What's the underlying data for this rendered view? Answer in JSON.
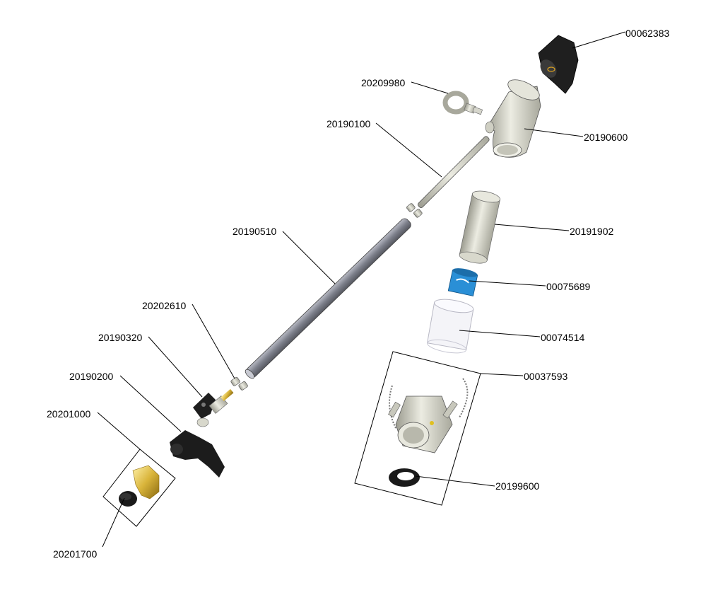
{
  "parts": [
    {
      "id": "cap",
      "number": "00062383"
    },
    {
      "id": "eye-bolt",
      "number": "20209980"
    },
    {
      "id": "rod",
      "number": "20190100"
    },
    {
      "id": "elbow-body",
      "number": "20190600"
    },
    {
      "id": "upper-tube",
      "number": "20191902"
    },
    {
      "id": "long-tube",
      "number": "20190510"
    },
    {
      "id": "blue-band",
      "number": "00075689"
    },
    {
      "id": "ferrule",
      "number": "20202610"
    },
    {
      "id": "clear-sleeve",
      "number": "00074514"
    },
    {
      "id": "valve",
      "number": "20190320"
    },
    {
      "id": "camlock-assembly",
      "number": "00037593"
    },
    {
      "id": "handle",
      "number": "20190200"
    },
    {
      "id": "brass-coupling-assembly",
      "number": "20201000"
    },
    {
      "id": "gasket",
      "number": "20199600"
    },
    {
      "id": "coupling-seal",
      "number": "20201700"
    }
  ],
  "colors": {
    "metal": "#d8d8cc",
    "tube": "#8a8d98",
    "black": "#1a1a1a",
    "blue": "#2a8fd6",
    "brass": "#d9b43a"
  }
}
